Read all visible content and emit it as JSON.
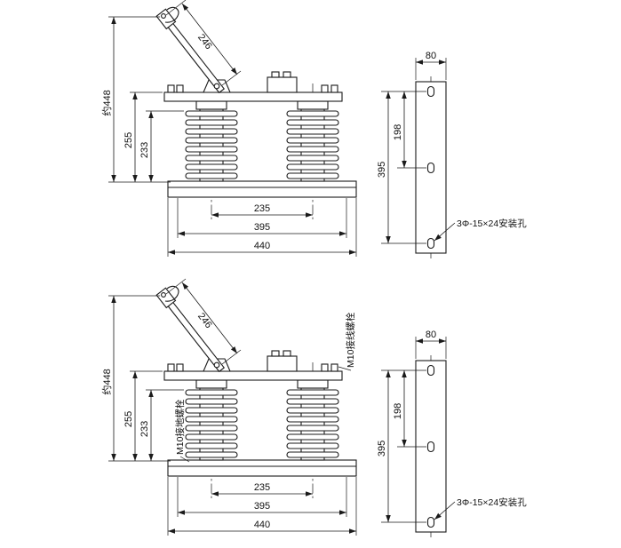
{
  "colors": {
    "background": "#ffffff",
    "ink": "#1a1a1a"
  },
  "dimensions": {
    "blade_length": "246",
    "overall_height": "约448",
    "bar_to_base": "255",
    "insulator_height": "233",
    "pole_spacing": "235",
    "mount_hole_span": "395",
    "base_width": "440"
  },
  "mounting_plate": {
    "width": "80",
    "hole_span": "395",
    "hole_pitch": "198",
    "hole_note": "3Φ-15×24安装孔"
  },
  "bolt_notes": {
    "terminal": "M10接线螺栓",
    "ground": "M10接地螺栓"
  }
}
